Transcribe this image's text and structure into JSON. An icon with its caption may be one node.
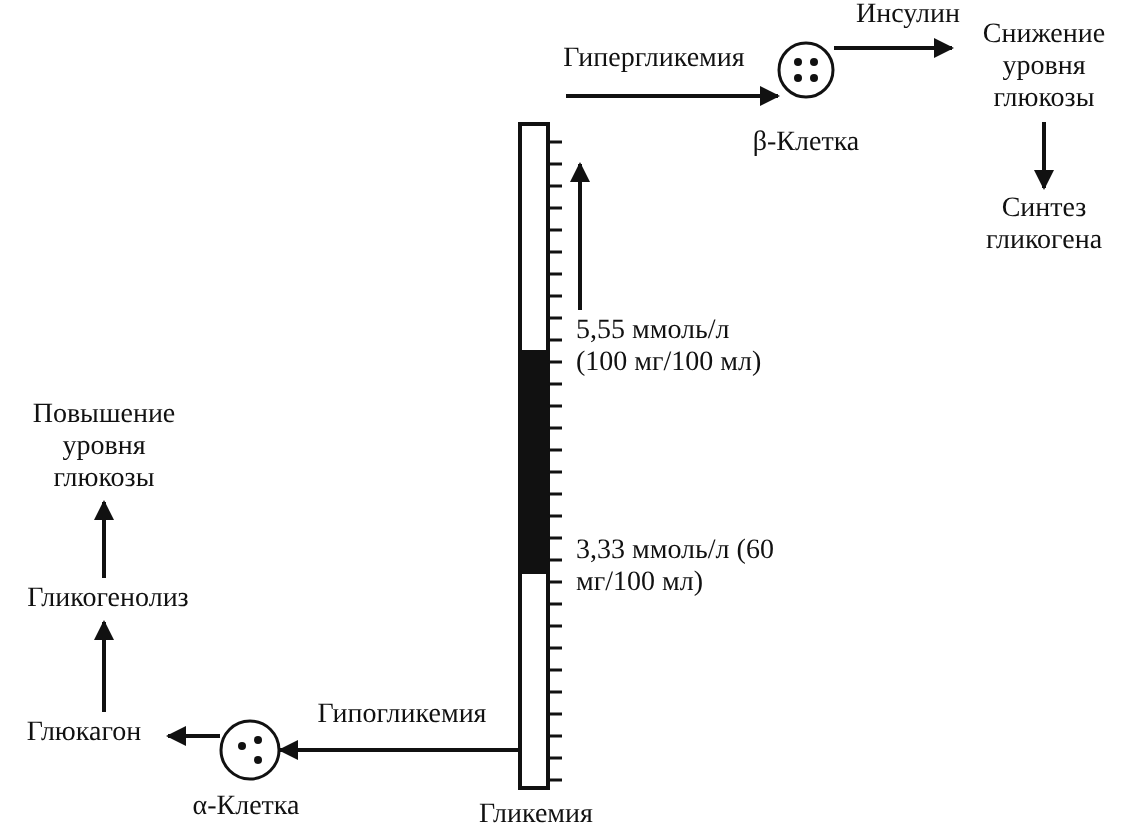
{
  "diagram": {
    "nodes": [
      {
        "text": [
          "Гликемия"
        ]
      },
      {
        "text": [
          "β-Клетка"
        ]
      },
      {
        "text": [
          "Снижение уровня глюкозы"
        ]
      },
      {
        "text": [
          "Синтез гликогена"
        ]
      },
      {
        "text": [
          "α-Клетка"
        ]
      },
      {
        "text": [
          "Глюкагон"
        ]
      },
      {
        "text": [
          "Гликогенолиз"
        ]
      },
      {
        "text": [
          "Повышение уровня глюкозы"
        ]
      }
    ],
    "edges": [
      {
        "from": null,
        "to": 1,
        "arrow": "to",
        "label": "Гипергликемия"
      },
      {
        "from": 1,
        "to": 2,
        "arrow": "to",
        "label": "Инсулин"
      },
      {
        "from": 2,
        "to": 3,
        "arrow": "to"
      },
      {
        "from": 0,
        "to": 4,
        "arrow": "to",
        "label": "Гипогликемия"
      },
      {
        "from": 4,
        "to": 5,
        "arrow": "to"
      },
      {
        "from": 5,
        "to": 6,
        "arrow": "to"
      },
      {
        "from": 6,
        "to": 7,
        "arrow": "to"
      }
    ],
    "labels": [
      "5,55 ммоль/л (100 мг/100 мл)",
      "3,33 ммоль/л (60 мг/100 мл)"
    ]
  }
}
